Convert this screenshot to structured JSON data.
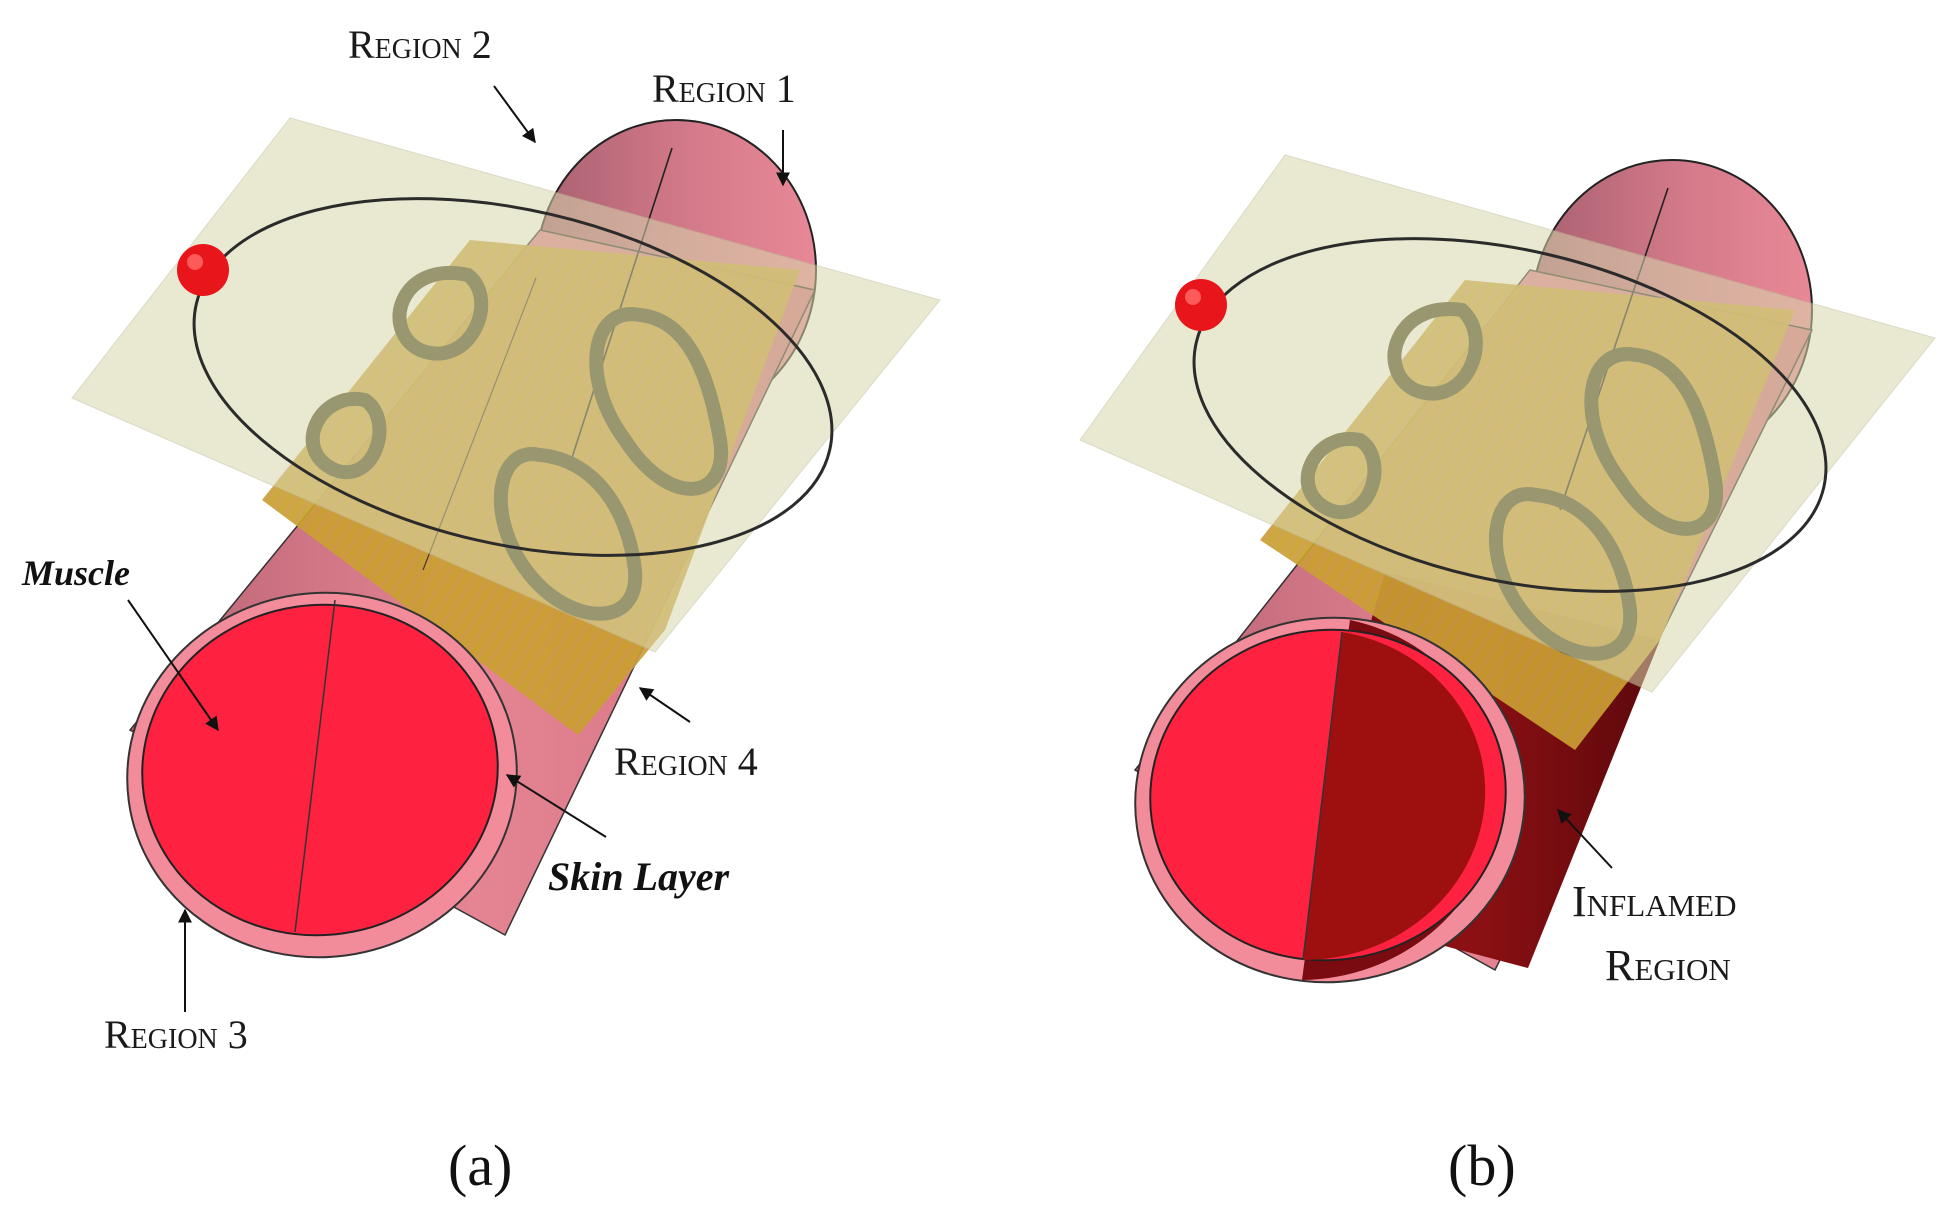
{
  "panel_a": {
    "caption": "(a)",
    "labels": {
      "region_1": "Region 1",
      "region_2": "Region 2",
      "region_3": "Region 3",
      "region_4": "Region 4",
      "muscle": "Muscle",
      "skin_layer": "Skin Layer"
    }
  },
  "panel_b": {
    "caption": "(b)",
    "labels": {
      "inflamed_line1": "Inflamed",
      "inflamed_line2": "Region"
    }
  },
  "colors": {
    "muscle": "#ff2240",
    "skin_ring": "#f38c9a",
    "cylinder_body": "#e07a88",
    "inflamed": "#9e1010",
    "plane": "#d8d8ae",
    "antenna": "#2b2b2b",
    "source_dot": "#e8151b",
    "coil": "#4a4824"
  }
}
